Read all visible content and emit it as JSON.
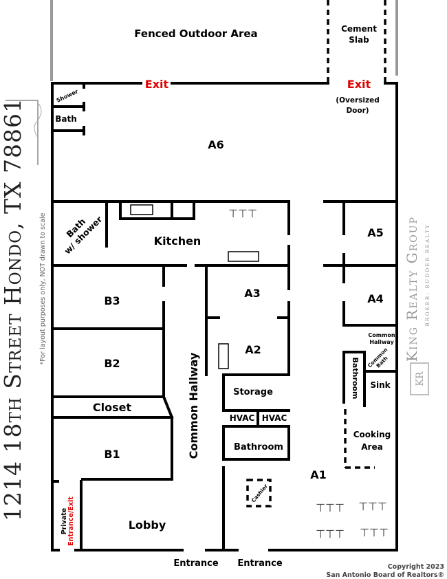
{
  "title": "1214 18th Street Hondo, TX 78861",
  "disclaimer": "*For layout purposes only, NOT drawn to scale",
  "brand": {
    "name": "King Realty Group",
    "broker": "Broker: Rudder Realty",
    "logo_text": "KR"
  },
  "rooms": {
    "fenced": "Fenced Outdoor Area",
    "cement_1": "Cement",
    "cement_2": "Slab",
    "exit_left": "Exit",
    "exit_right": "Exit",
    "oversized_1": "(Oversized",
    "oversized_2": "Door)",
    "shower": "Shower",
    "bath": "Bath",
    "a6": "A6",
    "bath_shower_1": "Bath",
    "bath_shower_2": "w/ shower",
    "kitchen": "Kitchen",
    "a5": "A5",
    "a4": "A4",
    "a3": "A3",
    "a2": "A2",
    "b3": "B3",
    "b2": "B2",
    "b1": "B1",
    "closet": "Closet",
    "common_hallway": "Common Hallway",
    "storage": "Storage",
    "hvac_1": "HVAC",
    "hvac_2": "HVAC",
    "bathroom": "Bathroom",
    "common_hallway_small_1": "Common",
    "common_hallway_small_2": "Hallway",
    "bathroom_right": "Bathroom",
    "common_bath_1": "Common",
    "common_bath_2": "Bath",
    "sink": "Sink",
    "cooking_1": "Cooking",
    "cooking_2": "Area",
    "a1": "A1",
    "cashier": "Cashier",
    "lobby": "Lobby",
    "private_1": "Private",
    "private_2": "Entrance/Exit",
    "entrance_1": "Entrance",
    "entrance_2": "Entrance"
  },
  "copyright": {
    "line1": "Copyright 2023",
    "line2": "San Antonio Board of Realtors®"
  },
  "colors": {
    "exit": "#e00000",
    "wall": "#000000",
    "fence": "#999999"
  }
}
